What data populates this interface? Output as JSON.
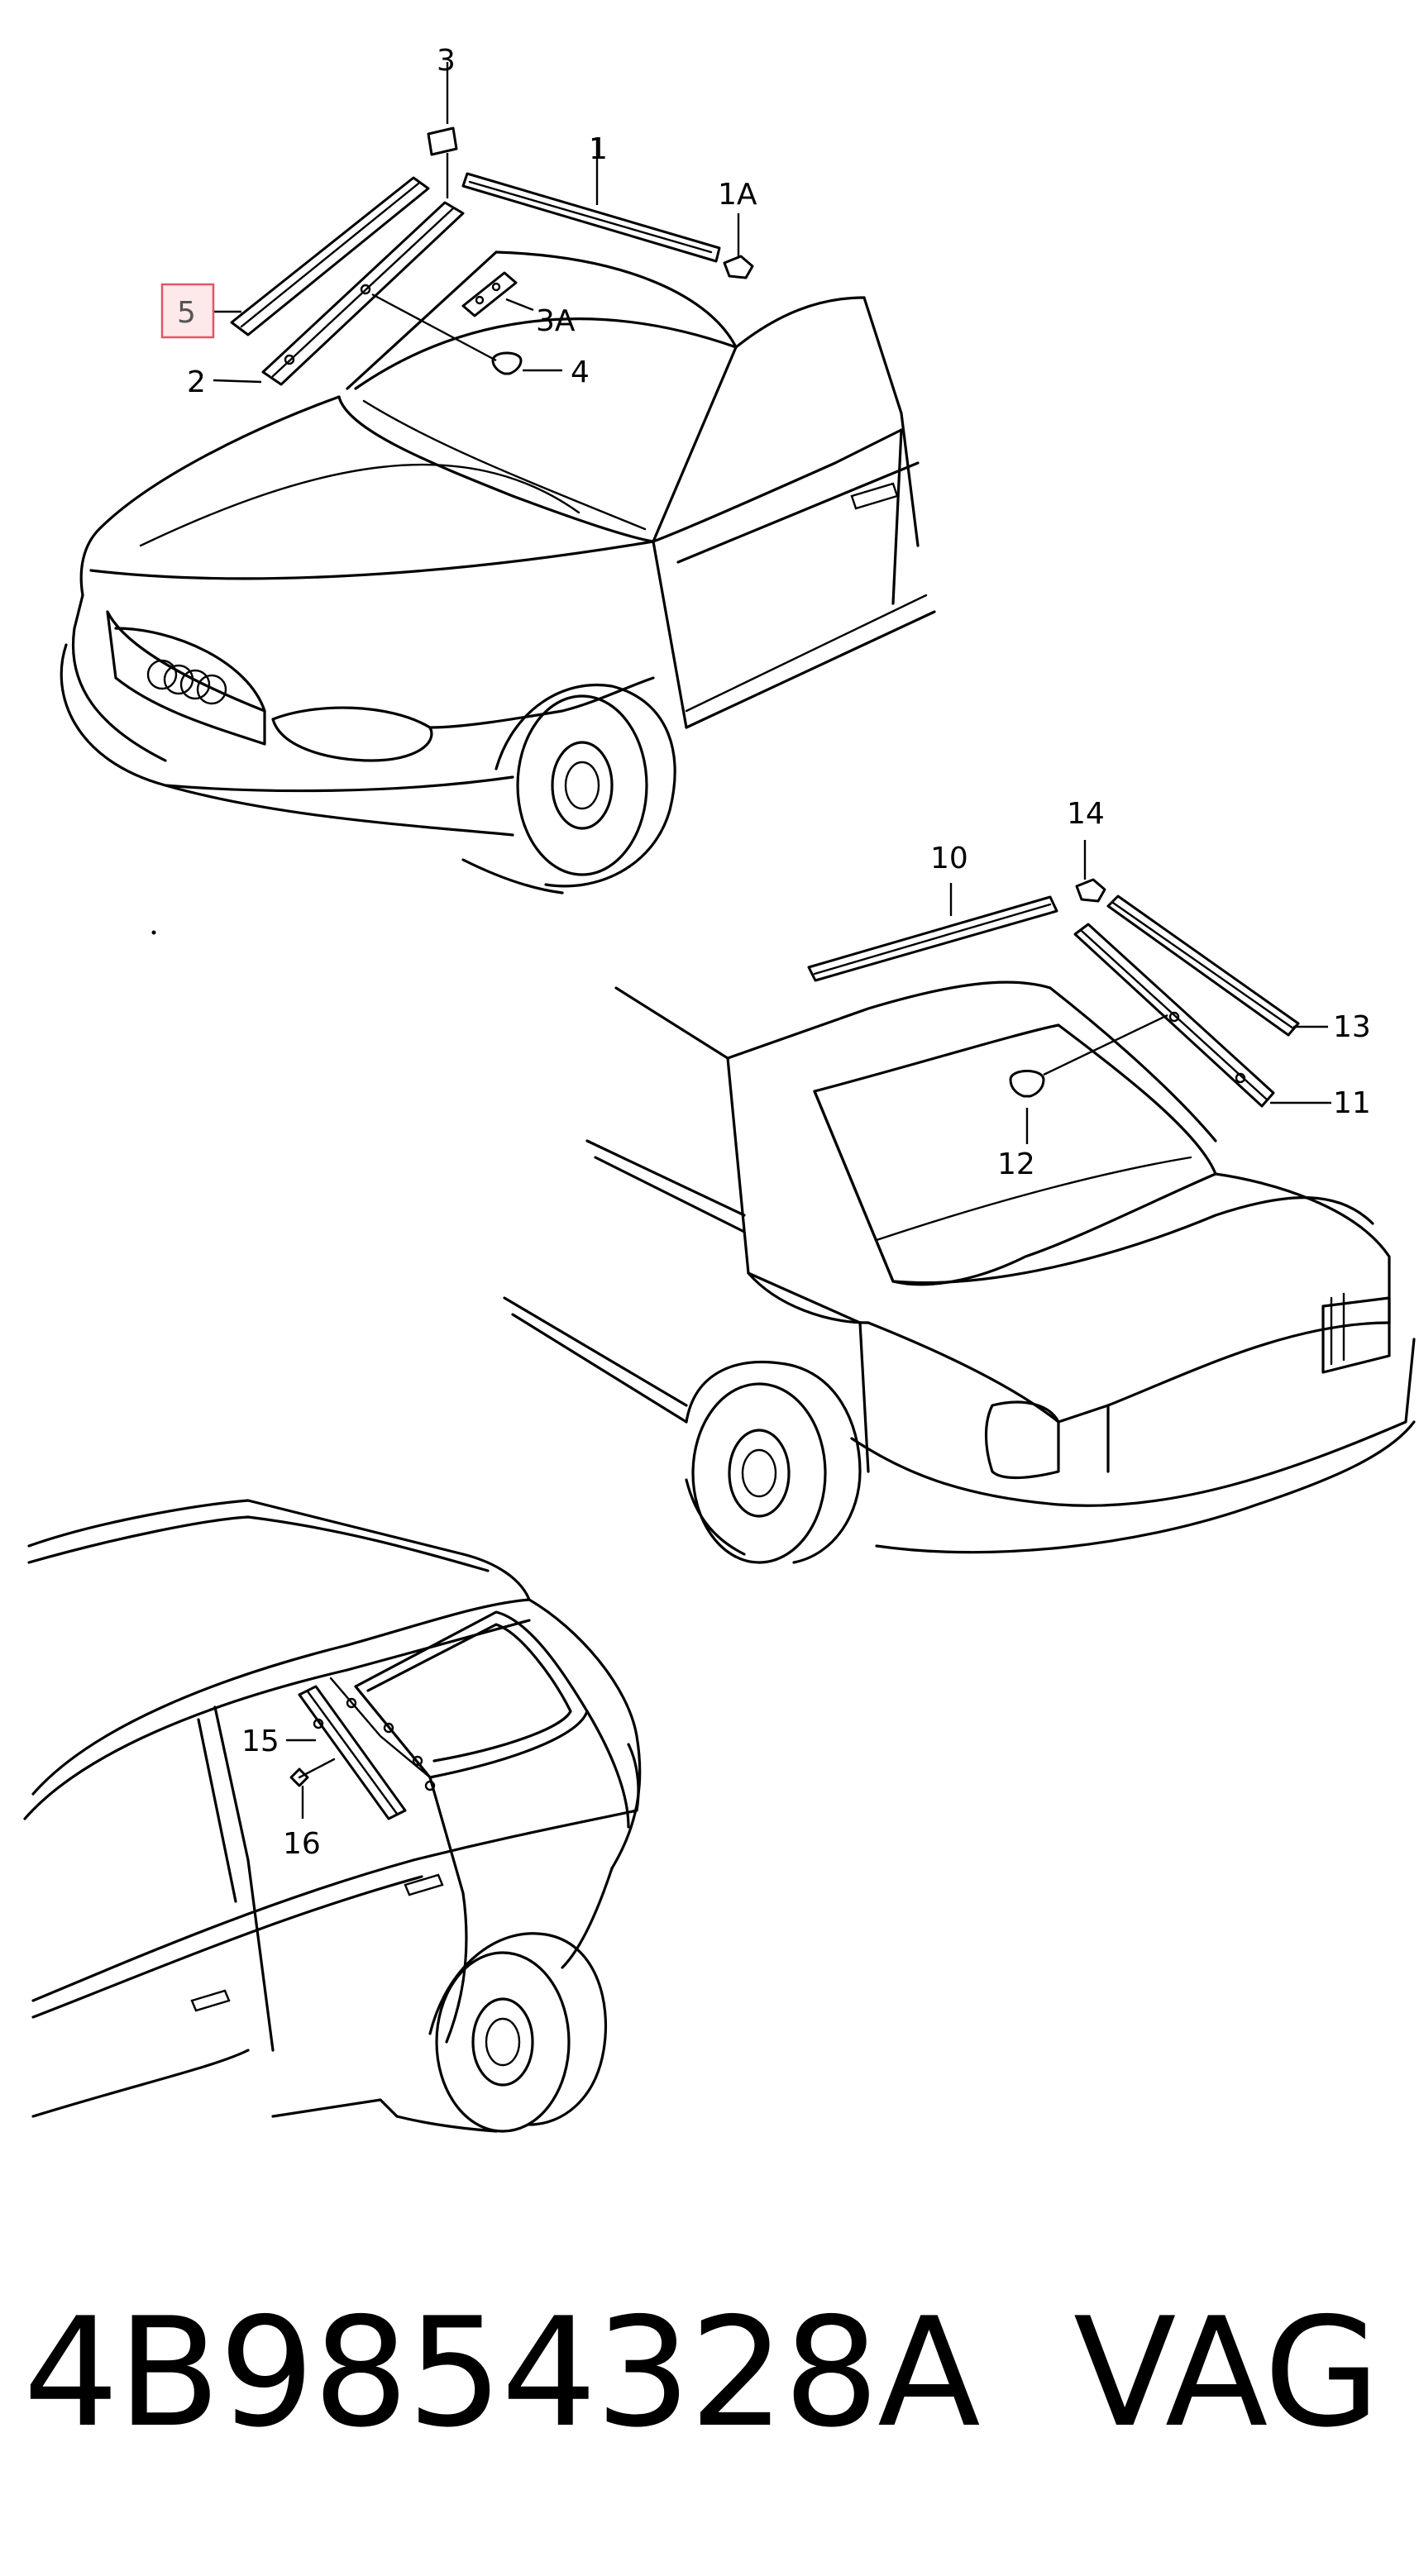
{
  "diagram": {
    "highlighted_callout": "5",
    "callouts": {
      "c1": "1",
      "c1A": "1A",
      "c2": "2",
      "c3": "3",
      "c3A": "3A",
      "c4": "4",
      "c5": "5",
      "c10": "10",
      "c11": "11",
      "c12": "12",
      "c13": "13",
      "c14": "14",
      "c15": "15",
      "c16": "16"
    },
    "highlight_color": "#e0566a"
  },
  "footer": {
    "part_number": "4B9854328A",
    "brand": "VAG"
  }
}
